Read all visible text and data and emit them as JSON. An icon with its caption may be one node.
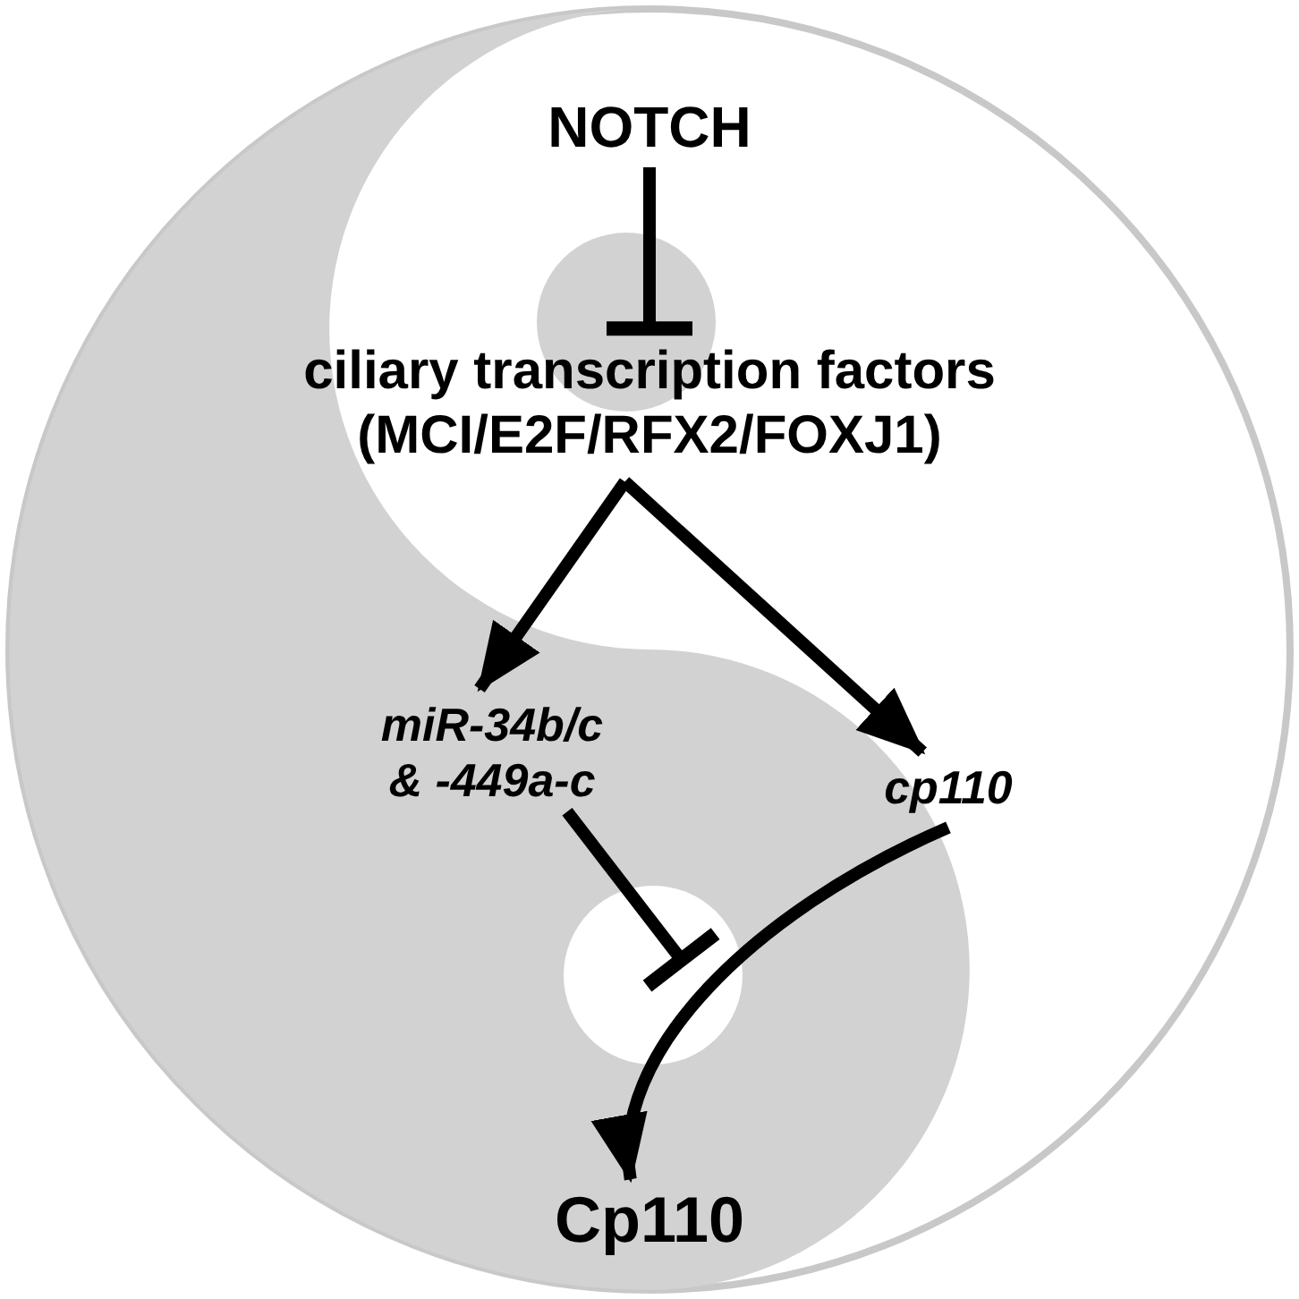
{
  "diagram": {
    "nodes": [
      {
        "text": [
          "NOTCH"
        ]
      },
      {
        "text": [
          "ciliary transcription factors (MCI/E2F/RFX2/FOXJ1)"
        ]
      },
      {
        "text": [
          "miR-34b/c & -449a-c"
        ]
      },
      {
        "text": [
          "cp110"
        ]
      },
      {
        "text": [
          "Cp110"
        ]
      }
    ],
    "edges": [
      {
        "from": 0,
        "to": 1,
        "arrow": "other"
      },
      {
        "from": 1,
        "to": 2,
        "arrow": "to"
      },
      {
        "from": 1,
        "to": 3,
        "arrow": "to"
      },
      {
        "from": 3,
        "to": 4,
        "arrow": "to"
      },
      {
        "from": 2,
        "to": null,
        "arrow": "other"
      }
    ]
  }
}
